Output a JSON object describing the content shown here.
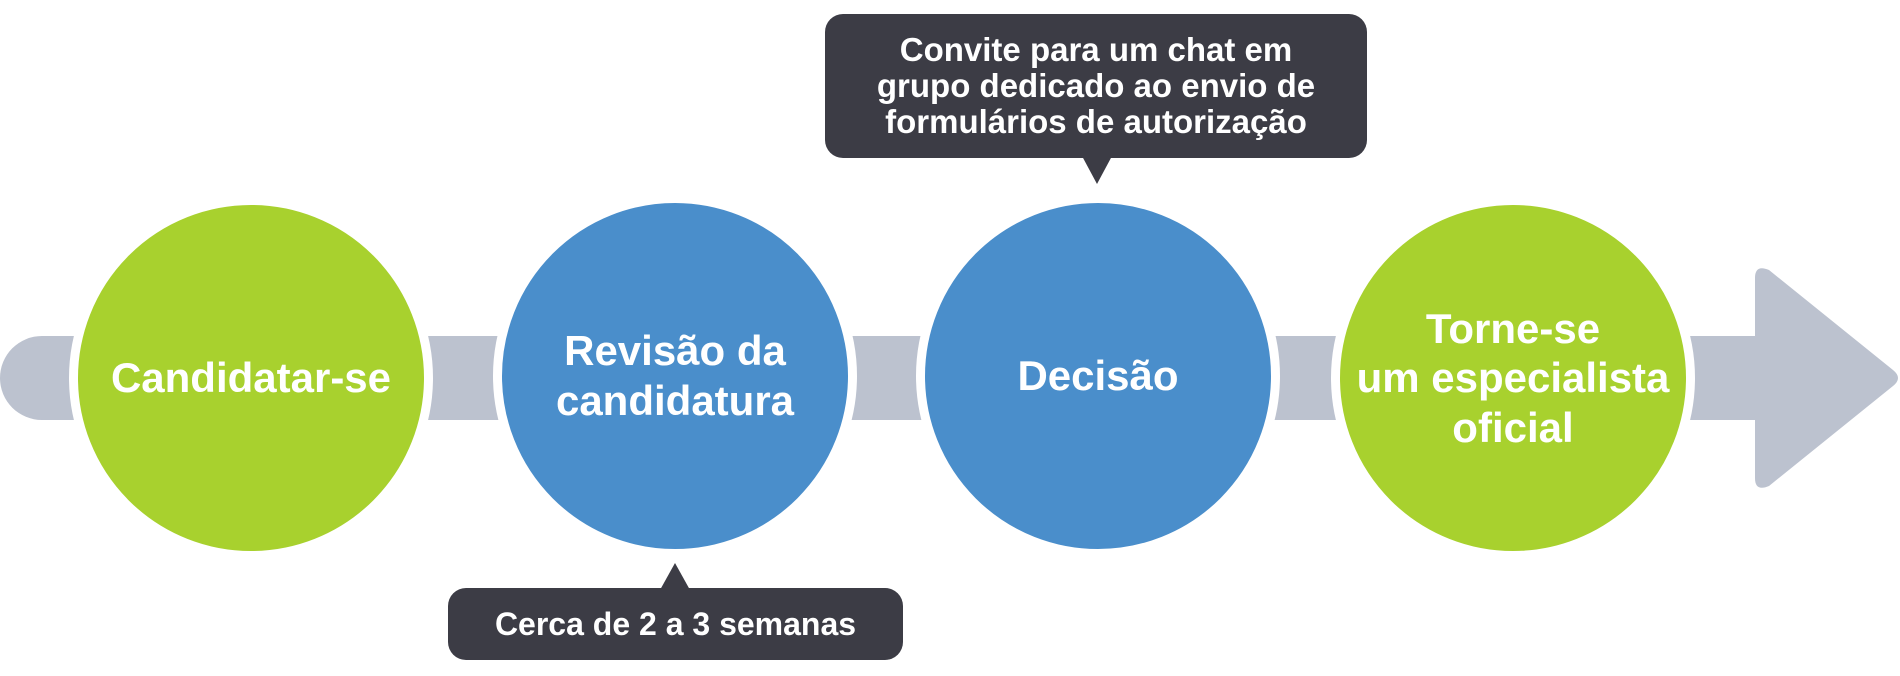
{
  "steps": [
    {
      "label": "Candidatar-se",
      "color": "#a8d12e"
    },
    {
      "label": "Revisão da\ncandidatura",
      "color": "#4a8ecb"
    },
    {
      "label": "Decisão",
      "color": "#4a8ecb"
    },
    {
      "label": "Torne-se\num especialista\noficial",
      "color": "#a8d12e"
    }
  ],
  "callouts": {
    "decision_note": "Convite para um chat em\ngrupo dedicado ao envio de\nformulários de autorização",
    "review_duration": "Cerca de 2 a 3 semanas"
  },
  "colors": {
    "connector": "#bcc2cf",
    "callout_background": "#3c3c45",
    "text_on_shape": "#ffffff"
  }
}
